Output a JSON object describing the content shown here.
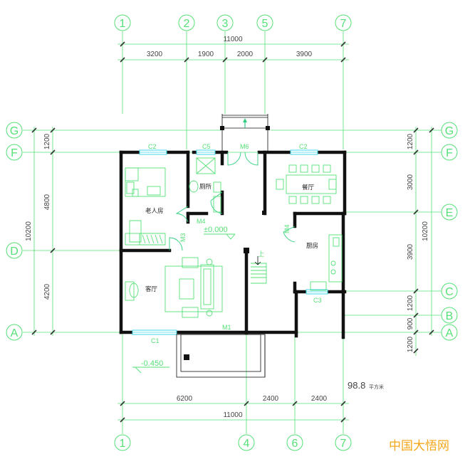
{
  "axes": {
    "top": [
      "1",
      "2",
      "3",
      "5",
      "7"
    ],
    "bottom": [
      "1",
      "4",
      "6",
      "7"
    ],
    "left": [
      "G",
      "F",
      "D",
      "A"
    ],
    "right": [
      "G",
      "F",
      "E",
      "C",
      "B",
      "A"
    ]
  },
  "dimensions": {
    "top_total": "11000",
    "top_segments": [
      "3200",
      "1900",
      "2000",
      "3900"
    ],
    "bottom_segments": [
      "6200",
      "2400",
      "2400"
    ],
    "bottom_total": "11000",
    "left_outer": [
      "1200",
      "4800",
      "4200"
    ],
    "left_total": "10200",
    "right_outer": [
      "1200",
      "3000",
      "3900",
      "1200",
      "900",
      "1200"
    ],
    "right_total": "10200"
  },
  "rooms": {
    "elderly_room": "老人房",
    "bathroom": "厕所",
    "dining_room": "餐厅",
    "kitchen": "厨房",
    "living_room": "客厅"
  },
  "labels": {
    "c2_left": "C2",
    "c5": "C5",
    "m6": "M6",
    "c2_right": "C2",
    "m4_left": "M4",
    "m3": "M3",
    "m4_right": "M4",
    "c3": "C3",
    "c1": "C1",
    "m1": "M1",
    "stair_up": "上"
  },
  "elevations": {
    "main": "±0.000",
    "outdoor": "-0.450"
  },
  "area": {
    "value": "98.8",
    "unit": "平方米"
  },
  "watermark": "中国大悟网"
}
